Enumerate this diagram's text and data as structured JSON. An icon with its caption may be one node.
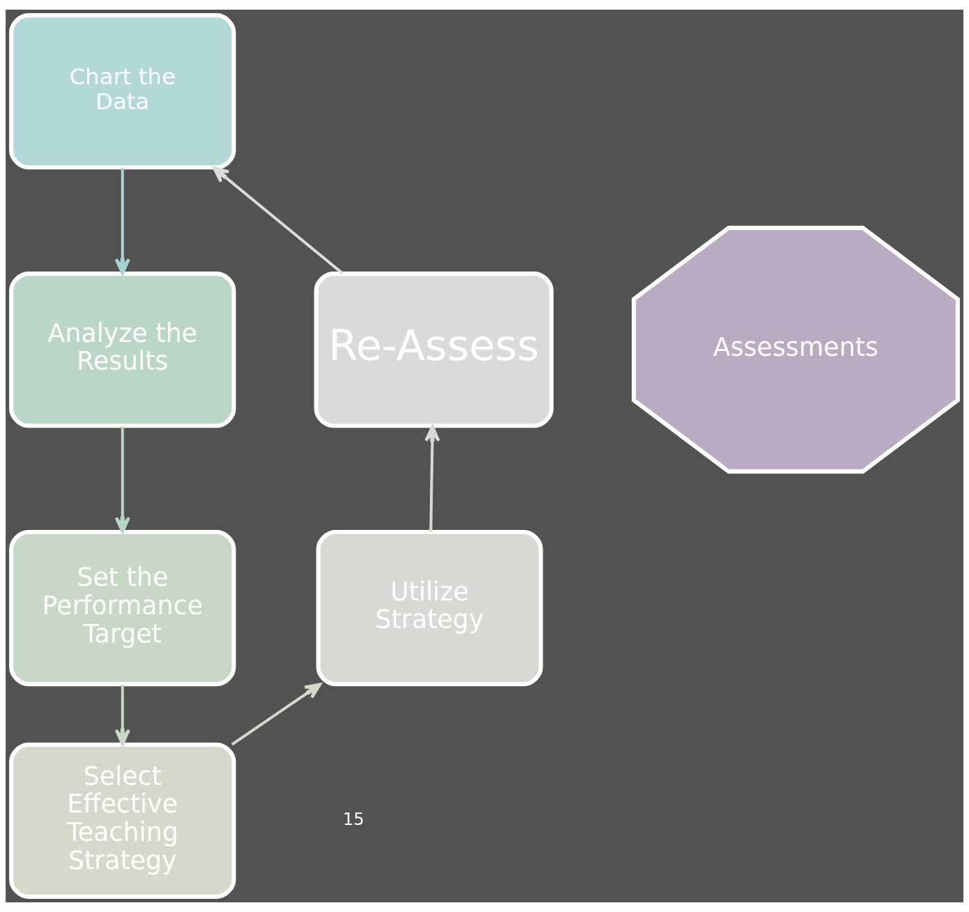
{
  "diagram": {
    "nodes": [
      {
        "text": [
          "Chart the Data"
        ]
      },
      {
        "text": [
          "Re-Assess"
        ]
      },
      {
        "text": [
          "Analyze the Results"
        ]
      },
      {
        "text": [
          "Assessments"
        ]
      },
      {
        "text": [
          "Utilize Strategy"
        ]
      },
      {
        "text": [
          "Set the Performance Target"
        ]
      },
      {
        "text": [
          "Select Effective Teaching Strategy"
        ]
      }
    ],
    "edges": [
      {
        "from": 0,
        "to": 2,
        "arrow": "to",
        "color": "#a9d4d2"
      },
      {
        "from": 2,
        "to": 5,
        "arrow": "to",
        "color": "#b9d5c5"
      },
      {
        "from": 5,
        "to": 6,
        "arrow": "to",
        "color": "#c9d8c5"
      },
      {
        "from": 6,
        "to": 4,
        "arrow": "to",
        "color": "#d5d8cb"
      },
      {
        "from": 4,
        "to": 1,
        "arrow": "to",
        "color": "#d8d8d4"
      },
      {
        "from": 1,
        "to": 0,
        "arrow": "to",
        "color": "#dcdcdc"
      }
    ],
    "labels": [
      "15"
    ]
  }
}
